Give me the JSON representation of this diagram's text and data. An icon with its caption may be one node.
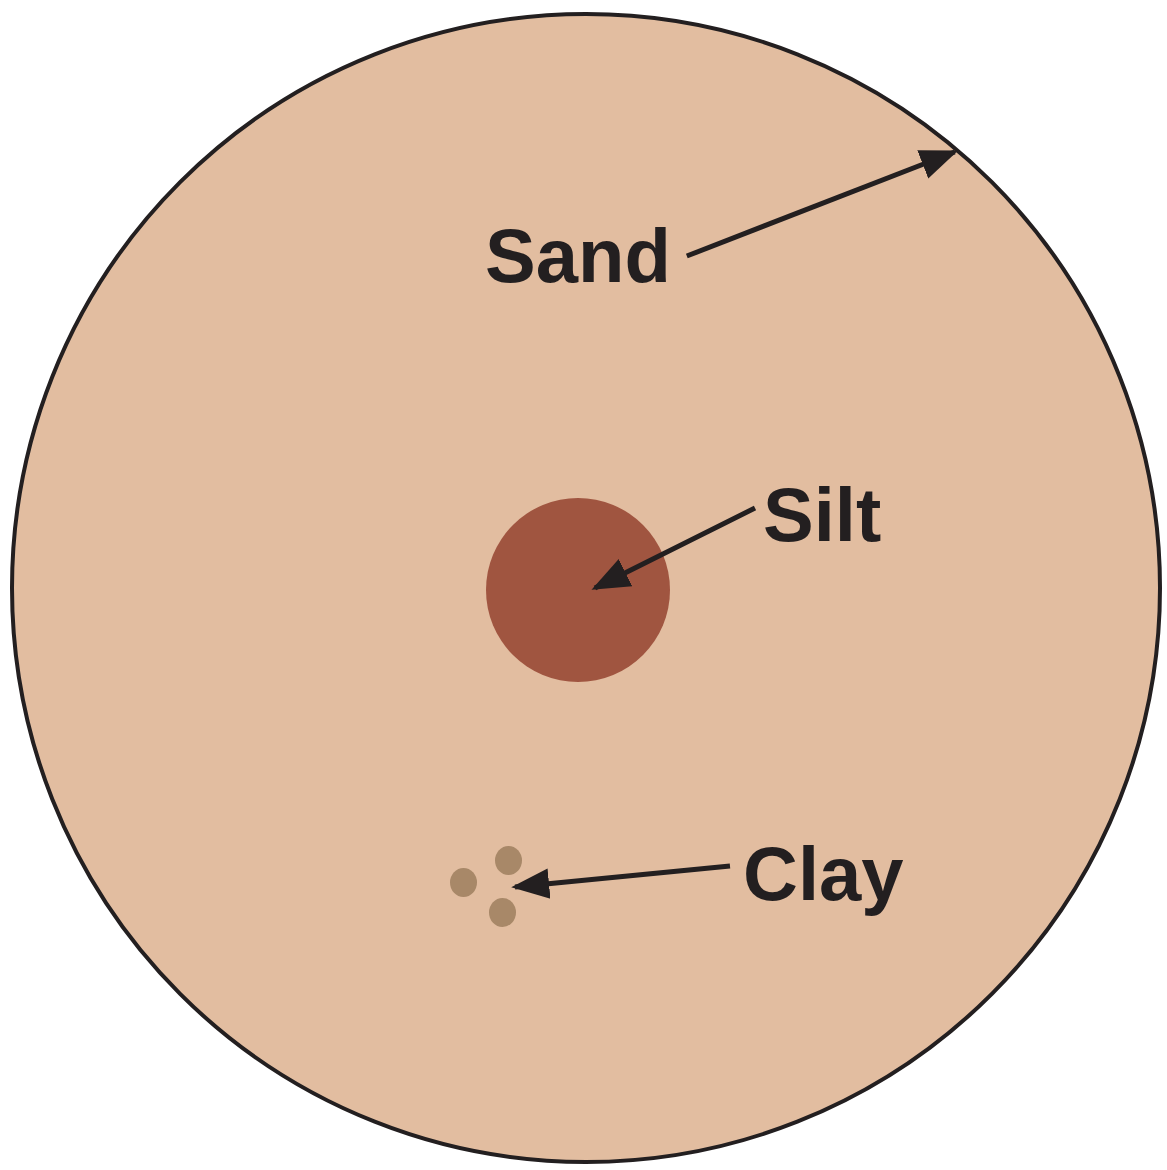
{
  "diagram": {
    "nodes": [
      {
        "text": [],
        "shape": "circle"
      },
      {
        "text": [
          "Sand"
        ],
        "in": 0
      },
      {
        "text": [],
        "shape": "circle",
        "in": 0
      },
      {
        "text": [
          "Silt"
        ],
        "in": 0
      },
      {
        "text": [
          "Clay"
        ],
        "in": 0
      },
      {
        "text": [],
        "shape": "circle",
        "in": 0
      },
      {
        "text": [],
        "shape": "circle",
        "in": 0
      },
      {
        "text": [],
        "shape": "circle",
        "in": 0
      }
    ],
    "edges": [
      {
        "from": 1,
        "to": 0,
        "arrow": "to"
      },
      {
        "from": 3,
        "to": 2,
        "arrow": "to"
      },
      {
        "from": 4,
        "to": 6,
        "arrow": "to"
      }
    ]
  }
}
